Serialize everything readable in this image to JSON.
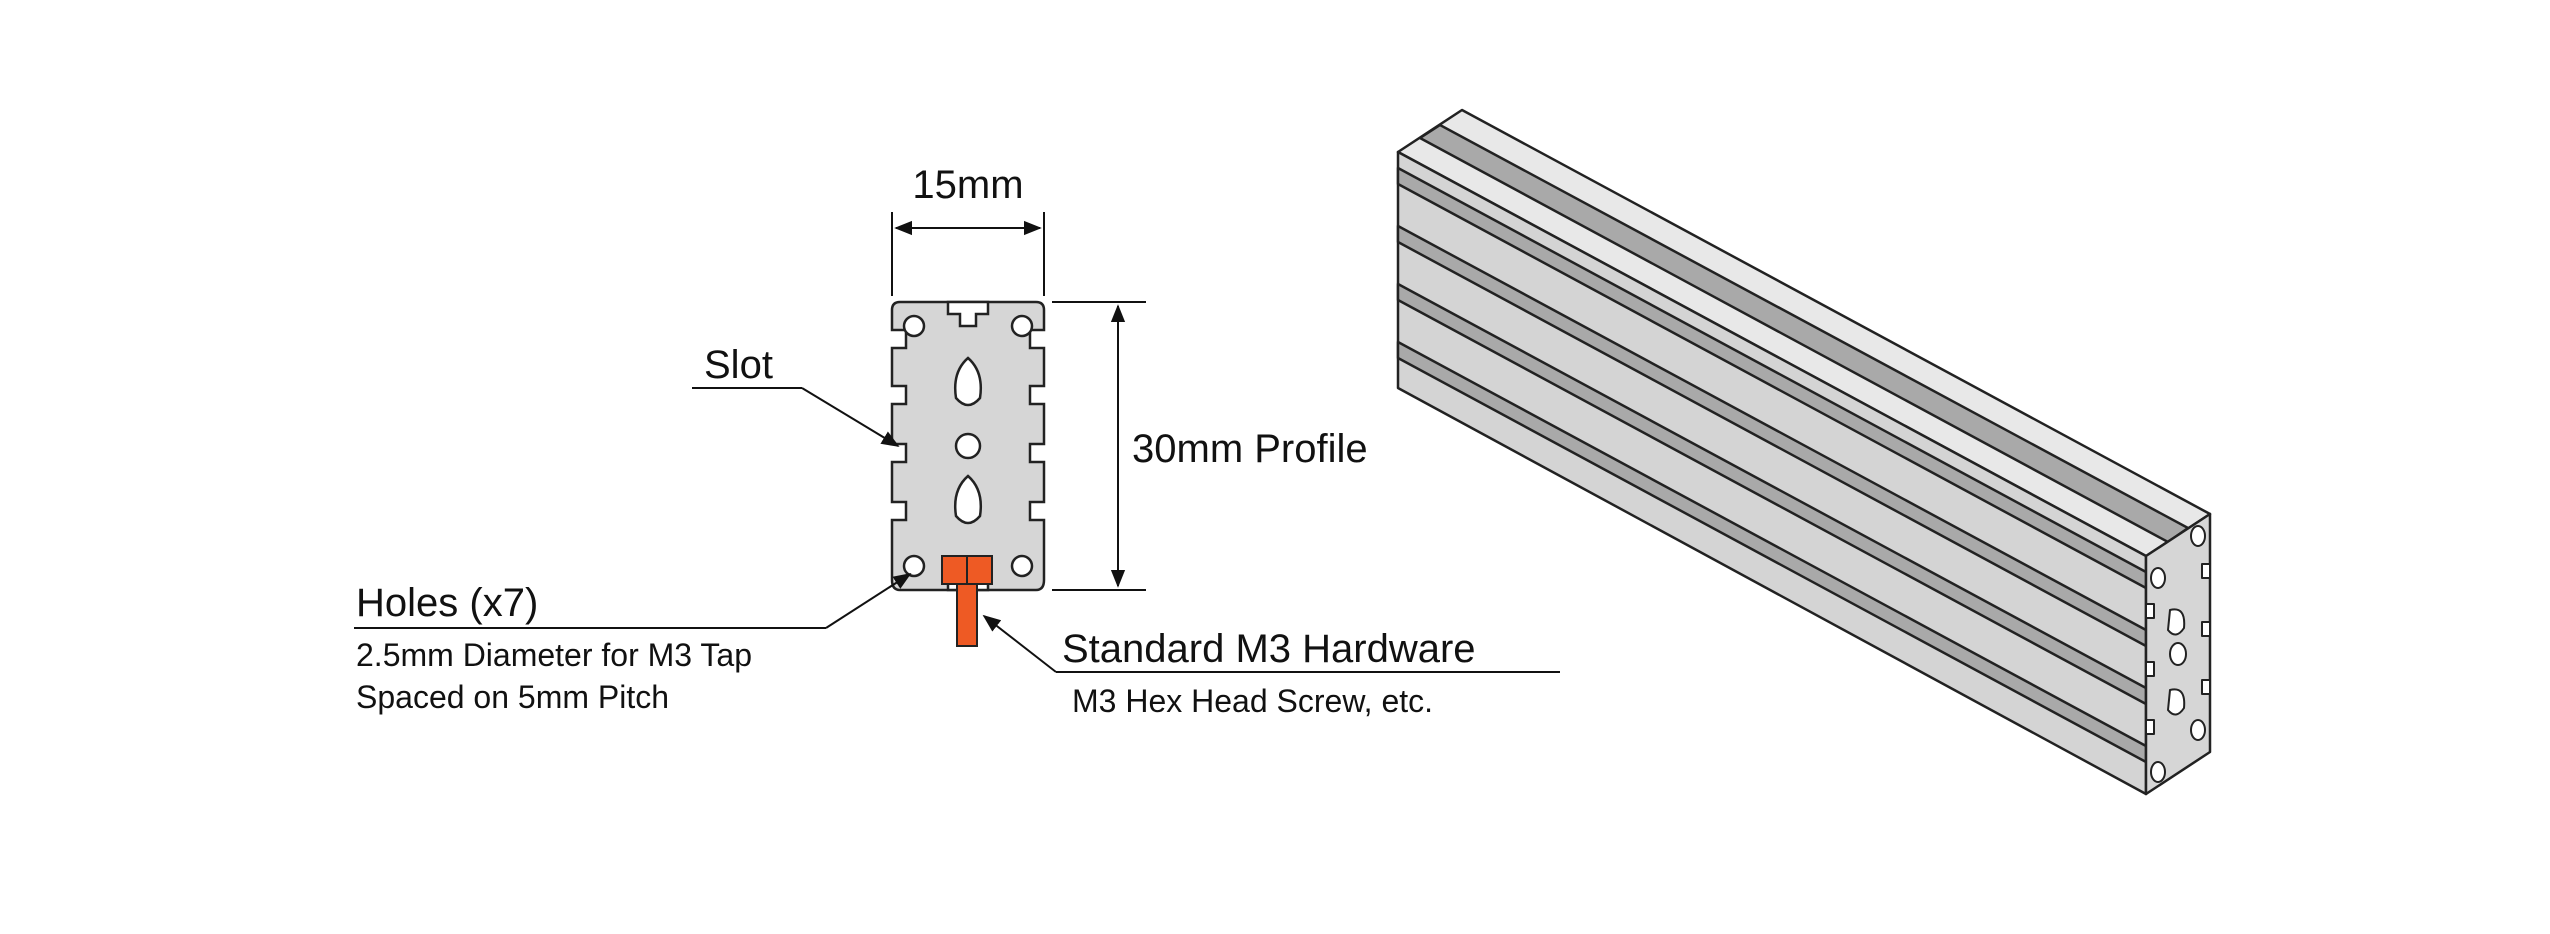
{
  "labels": {
    "width_dimension": "15mm",
    "height_dimension": "30mm Profile",
    "slot": "Slot",
    "holes_title": "Holes (x7)",
    "holes_line1": "2.5mm Diameter for M3 Tap",
    "holes_line2": "Spaced on 5mm Pitch",
    "hardware_title": "Standard M3 Hardware",
    "hardware_sub": "M3 Hex Head Screw, etc."
  },
  "colors": {
    "profile_fill": "#d6d6d6",
    "profile_dark": "#a9a9a9",
    "profile_light": "#e8e8e8",
    "outline": "#222222",
    "screw": "#ee5a24"
  }
}
